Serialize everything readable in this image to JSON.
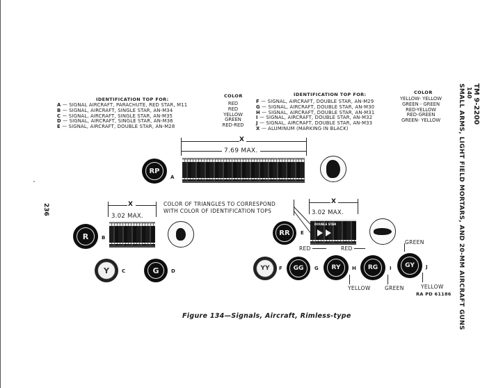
{
  "page": {
    "page_number": "236",
    "header": {
      "tm": "TM 9-2200",
      "section": "140",
      "title": "SMALL ARMS, LIGHT FIELD MORTARS, AND 20-MM AIRCRAFT GUNS"
    }
  },
  "legend_left": {
    "heading": "IDENTIFICATION TOP FOR:",
    "color_heading": "COLOR",
    "items": [
      {
        "key": "A",
        "text": "— SIGNAL  AIRCRAFT, PARACHUTE, RED STAR, M11",
        "color": "RED"
      },
      {
        "key": "B",
        "text": "— SIGNAL, AIRCRAFT, SINGLE STAR, AN-M34",
        "color": "RED"
      },
      {
        "key": "C",
        "text": "— SIGNAL, AIRCRAFT, SINGLE STAR, AN-M35",
        "color": "YELLOW"
      },
      {
        "key": "D",
        "text": "— SIGNAL, AIRCRAFT, SINGLE STAR, AN-M36",
        "color": "GREEN"
      },
      {
        "key": "E",
        "text": "— SIGNAL, AIRCRAFT, DOUBLE STAR, AN-M28",
        "color": "RED-RED"
      }
    ]
  },
  "legend_right": {
    "heading": "IDENTIFICATION TOP FOR:",
    "color_heading": "COLOR",
    "items": [
      {
        "key": "F",
        "text": "— SIGNAL, AIRCRAFT, DOUBLE STAR, AN-M29",
        "color": "YELLOW- YELLOW"
      },
      {
        "key": "G",
        "text": "— SIGNAL, AIRCRAFT, DOUBLE STAR, AN-M30",
        "color": "GREEN - GREEN"
      },
      {
        "key": "H",
        "text": "— SIGNAL, AIRCRAFT, DOUBLE STAR, AN-M31",
        "color": "RED-YELLOW"
      },
      {
        "key": "I",
        "text": "— SIGNAL, AIRCRAFT, DOUBLE STAR, AN-M32",
        "color": "RED-GREEN"
      },
      {
        "key": "J",
        "text": "— SIGNAL, AIRCRAFT, DOUBLE STAR, AN-M33",
        "color": "GREEN- YELLOW"
      },
      {
        "key": "X",
        "text": "— ALUMINUM  (MARKING IN BLACK)",
        "color": ""
      }
    ]
  },
  "figure": {
    "dim_x": "X",
    "dim_long": "7.69 MAX.",
    "dim_short": "3.02 MAX.",
    "note_line1": "COLOR OF TRIANGLES TO CORRESPOND",
    "note_line2": "WITH COLOR OF IDENTIFICATION TOPS",
    "cartridge_e_marking": "DOUBLE STAR",
    "tops": {
      "A": "RP",
      "B": "R",
      "C": "Y",
      "D": "G",
      "E": "RR",
      "F": "YY",
      "G": "GG",
      "H": "RY",
      "I": "RG",
      "J": "GY"
    },
    "callouts": {
      "red_h": "RED",
      "red_i": "RED",
      "green_j": "GREEN",
      "yellow_h": "YELLOW",
      "green_i": "GREEN",
      "yellow_j": "YELLOW"
    },
    "ref": "RA PD 61186",
    "caption": "Figure 134—Signals, Aircraft, Rimless-type"
  }
}
